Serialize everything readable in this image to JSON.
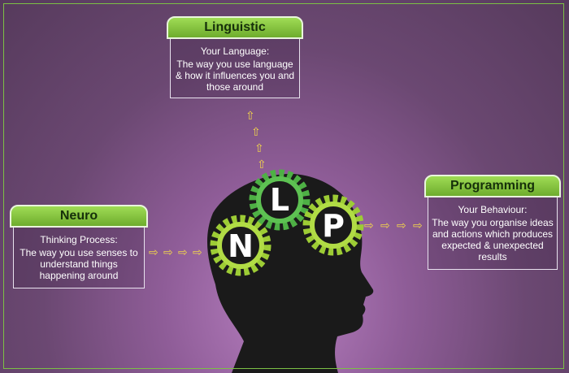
{
  "cards": {
    "linguistic": {
      "title": "Linguistic",
      "subtitle": "Your Language:",
      "text": "The way you use language & how it influences you and those around"
    },
    "neuro": {
      "title": "Neuro",
      "subtitle": "Thinking Process:",
      "text": "The way you use senses to understand things happening around"
    },
    "programming": {
      "title": "Programming",
      "subtitle": "Your Behaviour:",
      "text": "The way you organise ideas and actions which produces expected & unexpected results"
    }
  },
  "gears": {
    "n": "N",
    "l": "L",
    "p": "P"
  },
  "colors": {
    "accent_green": "#7cc045",
    "arrow_yellow": "#f3d64a",
    "background": "#8f5d98"
  }
}
